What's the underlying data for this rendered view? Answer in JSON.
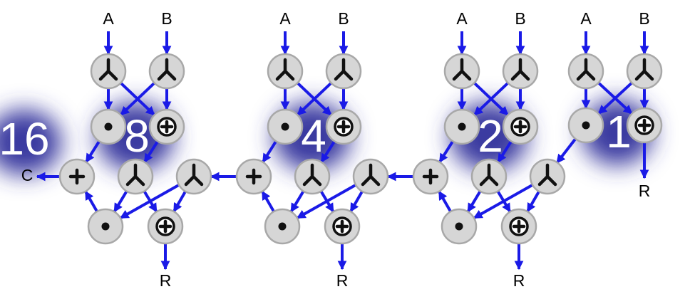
{
  "inputs": {
    "a": "A",
    "b": "B"
  },
  "outputs": {
    "carry": "C",
    "result": "R"
  },
  "stages": [
    {
      "weight": "8"
    },
    {
      "weight": "4"
    },
    {
      "weight": "2"
    },
    {
      "weight": "1"
    }
  ],
  "carry_weight": "16",
  "node_symbols": {
    "fork": "⅄",
    "and": "•",
    "xor": "⊕",
    "or": "+"
  },
  "colors": {
    "wire": "#1a1ae6",
    "node": "#d6d6d6",
    "highlight": "#3a3aa0"
  }
}
